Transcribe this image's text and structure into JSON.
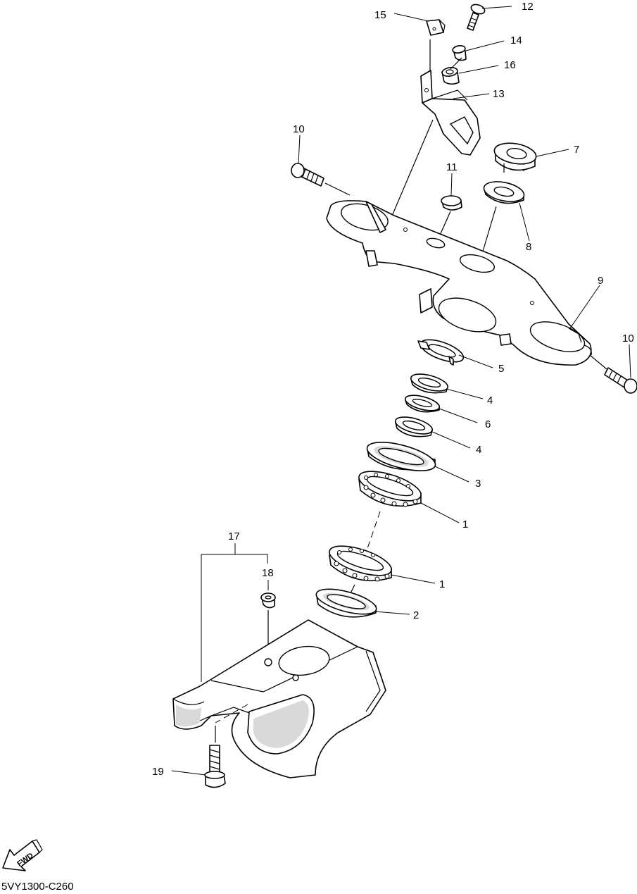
{
  "callouts": {
    "c1a": "1",
    "c1b": "1",
    "c2": "2",
    "c3": "3",
    "c4a": "4",
    "c4b": "4",
    "c5": "5",
    "c6": "6",
    "c7": "7",
    "c8": "8",
    "c9": "9",
    "c10a": "10",
    "c10b": "10",
    "c11": "11",
    "c12": "12",
    "c13": "13",
    "c14": "14",
    "c15": "15",
    "c16": "16",
    "c17": "17",
    "c18": "18",
    "c19": "19"
  },
  "fwd_label": "FWD",
  "diagram_code": "5VY1300-C260"
}
